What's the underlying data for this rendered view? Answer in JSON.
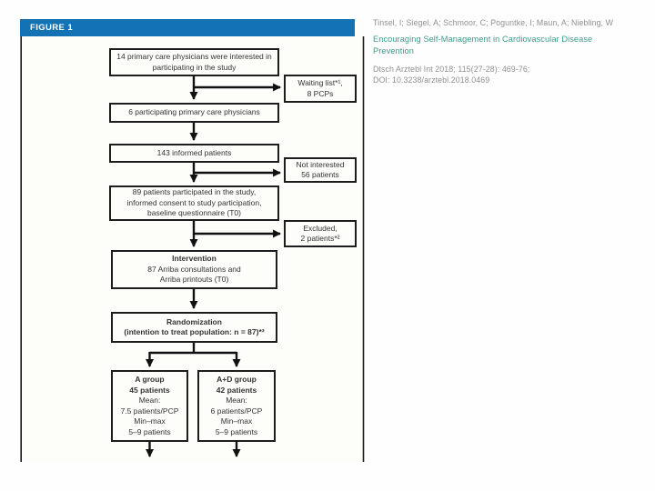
{
  "figure": {
    "label": "FIGURE 1",
    "header_color": "#1272b4",
    "flowchart": {
      "interested": {
        "lines": [
          "14 primary care physicians were interested in",
          "participating in the study"
        ]
      },
      "waiting_list": {
        "lines": [
          "Waiting list*¹,",
          "8 PCPs"
        ]
      },
      "participating": {
        "lines": [
          "6 participating primary care physicians"
        ]
      },
      "informed": {
        "lines": [
          "143 informed patients"
        ]
      },
      "not_interested": {
        "lines": [
          "Not interested",
          "56 patients"
        ]
      },
      "participated": {
        "lines": [
          "89 patients participated in the study,",
          "informed consent to study participation,",
          "baseline questionnaire (T0)"
        ]
      },
      "excluded": {
        "lines": [
          "Excluded,",
          "2 patients*²"
        ]
      },
      "intervention": {
        "lines": [
          "Intervention",
          "87 Arriba consultations and",
          "Arriba printouts (T0)"
        ]
      },
      "randomization": {
        "lines": [
          "Randomization",
          "(intention to treat population: n = 87)*³"
        ]
      },
      "group_a": {
        "lines": [
          "A group",
          "45 patients",
          "Mean:",
          "7.5 patients/PCP",
          "Min–max",
          "5–9 patients"
        ]
      },
      "group_ad": {
        "lines": [
          "A+D group",
          "42 patients",
          "Mean:",
          "6 patients/PCP",
          "Min–max",
          "5–9 patients"
        ]
      }
    }
  },
  "citation": {
    "authors": "Tinsel, I; Siegel, A; Schmoor, C; Poguntke, I; Maun, A; Niebling, W",
    "title": "Encouraging Self-Management in Cardiovascular Disease Prevention",
    "journal": "Dtsch Arztebl Int 2018; 115(27-28): 469-76;",
    "doi": "DOI: 10.3238/arztebl.2018.0469",
    "title_color": "#3b9a8b"
  }
}
